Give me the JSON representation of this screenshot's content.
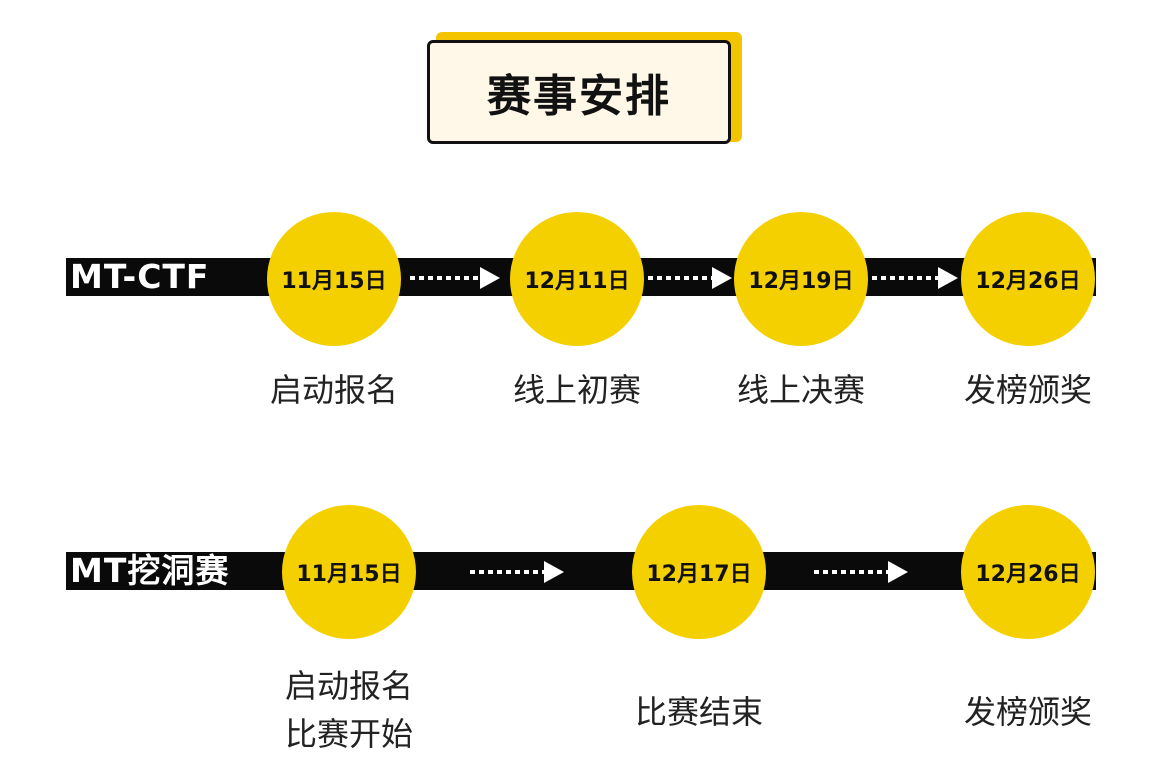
{
  "title": "赛事安排",
  "tracks": [
    {
      "name": "MT-CTF",
      "steps": [
        {
          "date": "11月15日",
          "label_lines": [
            "启动报名"
          ]
        },
        {
          "date": "12月11日",
          "label_lines": [
            "线上初赛"
          ]
        },
        {
          "date": "12月19日",
          "label_lines": [
            "线上决赛"
          ]
        },
        {
          "date": "12月26日",
          "label_lines": [
            "发榜颁奖"
          ]
        }
      ]
    },
    {
      "name": "MT挖洞赛",
      "steps": [
        {
          "date": "11月15日",
          "label_lines": [
            "启动报名",
            "比赛开始"
          ]
        },
        {
          "date": "12月17日",
          "label_lines": [
            "比赛结束"
          ]
        },
        {
          "date": "12月26日",
          "label_lines": [
            "发榜颁奖"
          ]
        }
      ]
    }
  ],
  "colors": {
    "accent": "#f5d000",
    "bar": "#0a0a0a",
    "title_bg": "#fff8e8",
    "title_shadow": "#f5c400"
  }
}
